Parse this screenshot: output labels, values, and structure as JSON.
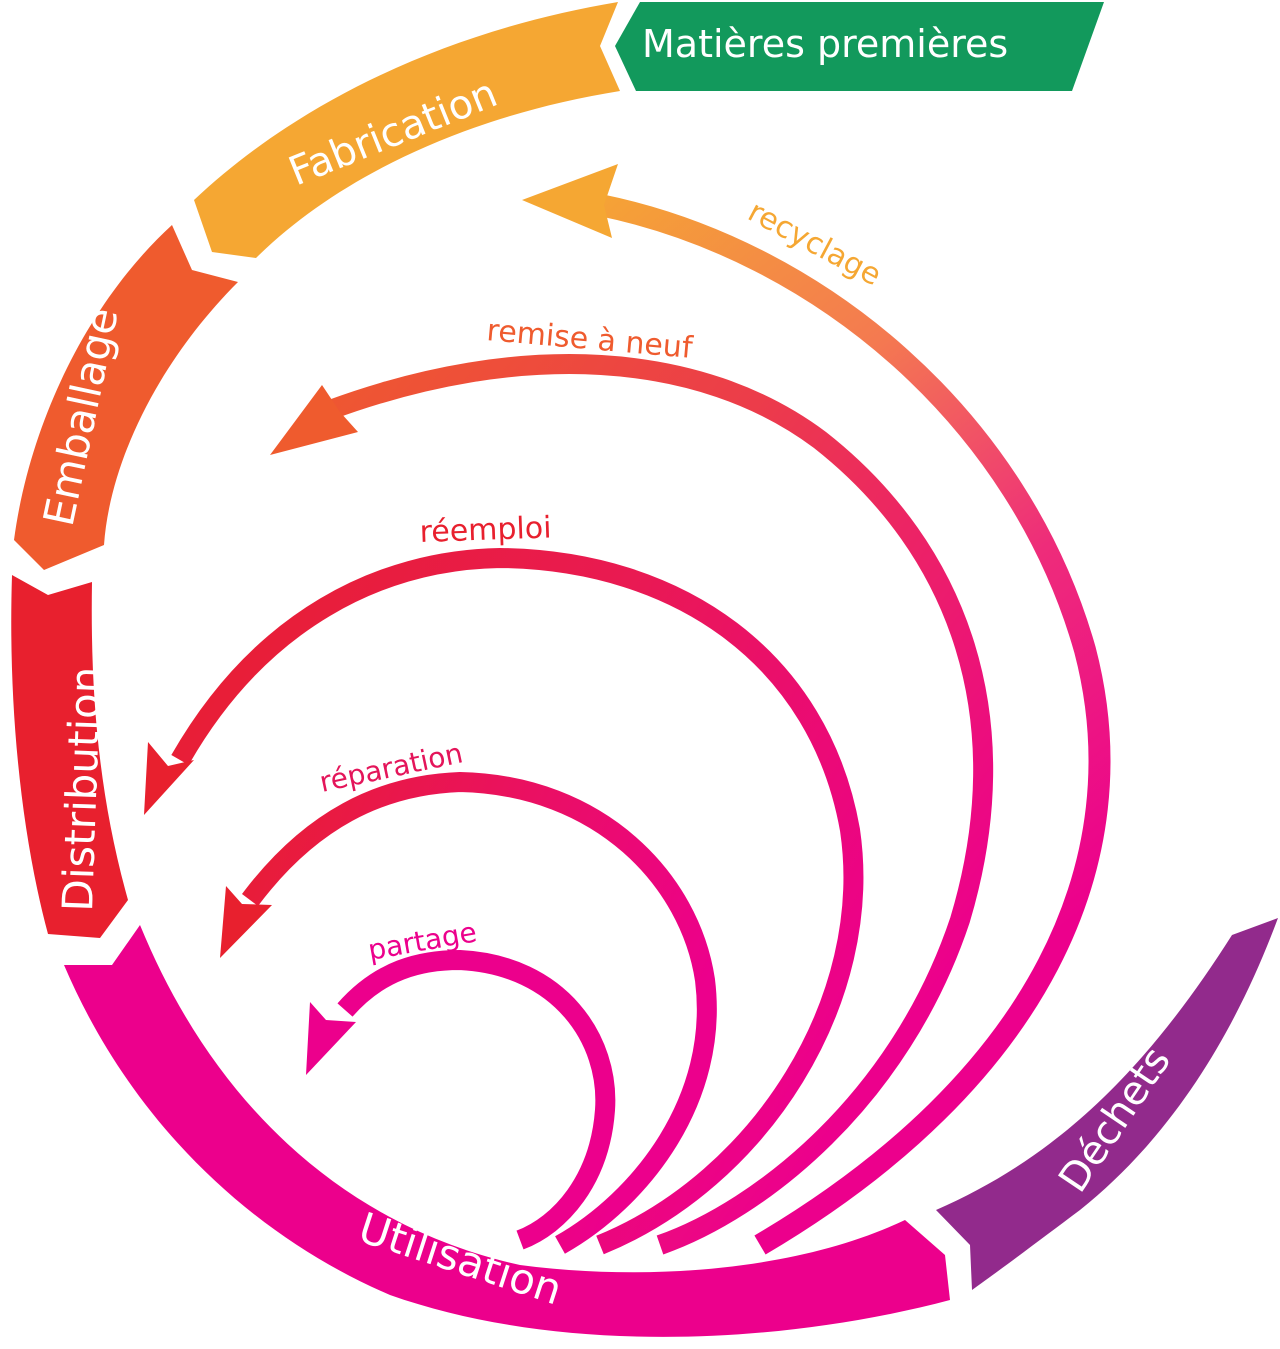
{
  "title": "Économie circulaire",
  "stages": {
    "raw_materials": {
      "label": "Matières premières",
      "color": "#12995c"
    },
    "manufacturing": {
      "label": "Fabrication",
      "color": "#f5a733"
    },
    "packaging": {
      "label": "Emballage",
      "color": "#ef5b2e"
    },
    "distribution": {
      "label": "Distribution",
      "color": "#e8202e"
    },
    "use": {
      "label": "Utilisation",
      "color": "#ec008c"
    },
    "waste": {
      "label": "Déchets",
      "color": "#922a8c"
    }
  },
  "loops": {
    "recycling": {
      "label": "recyclage",
      "color_start": "#f5a733",
      "color_end": "#ec008c",
      "target": "Fabrication"
    },
    "refurbishing": {
      "label": "remise à neuf",
      "color_start": "#ef5b2e",
      "color_end": "#ec008c",
      "target": "Emballage"
    },
    "reuse": {
      "label": "réemploi",
      "color_start": "#e8202e",
      "color_end": "#ec008c",
      "target": "Distribution"
    },
    "repair": {
      "label": "réparation",
      "color_start": "#e8202e",
      "color_end": "#ec008c",
      "target": "Distribution"
    },
    "sharing": {
      "label": "partage",
      "color_start": "#ec008c",
      "color_end": "#ec008c",
      "target": "Utilisation"
    }
  }
}
